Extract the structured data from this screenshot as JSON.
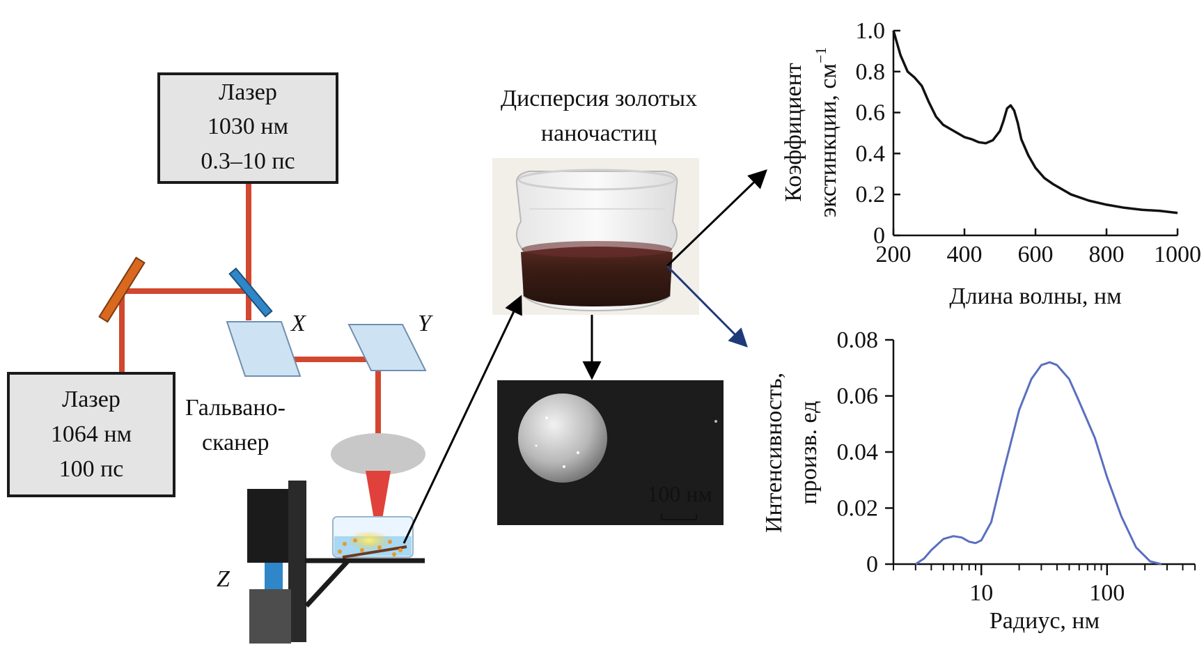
{
  "laser_top": {
    "line1": "Лазер",
    "line2": "1030 нм",
    "line3": "0.3–10 пс"
  },
  "laser_bottom": {
    "line1": "Лазер",
    "line2": "1064 нм",
    "line3": "100 пс"
  },
  "galvo_label": {
    "line1": "Гальвано-",
    "line2": "сканер"
  },
  "axis_labels": {
    "x": "X",
    "y": "Y",
    "z": "Z"
  },
  "dispersion_title": {
    "line1": "Дисперсия золотых",
    "line2": "наночастиц"
  },
  "sem_scale": "100 нм",
  "colors": {
    "beam": "#d2472f",
    "focused_beam": "#e0413a",
    "mirror_orange": "#d8691f",
    "mirror_blue": "#2f86c8",
    "galvo_glass": "#cde3f3",
    "liquid": "#3a1c14",
    "plot_line_top": "#111111",
    "plot_line_bottom": "#5a6fc0",
    "arrow_blue": "#1f3a78"
  },
  "chart_data": [
    {
      "type": "line",
      "xlabel": "Длина волны, нм",
      "ylabel_line1": "Коэффициент",
      "ylabel_line2": "экстинкции, см",
      "ylabel_sup": "−1",
      "xlim": [
        200,
        1000
      ],
      "ylim": [
        0,
        1.0
      ],
      "xticks": [
        "200",
        "400",
        "600",
        "800",
        "1000"
      ],
      "yticks": [
        "0",
        "0.2",
        "0.4",
        "0.6",
        "0.8",
        "1.0"
      ],
      "series": [
        {
          "x": [
            200,
            220,
            240,
            260,
            280,
            300,
            320,
            340,
            360,
            380,
            400,
            420,
            440,
            460,
            480,
            500,
            510,
            520,
            530,
            540,
            550,
            560,
            580,
            600,
            625,
            650,
            700,
            750,
            800,
            850,
            900,
            950,
            1000
          ],
          "values": [
            1.0,
            0.88,
            0.8,
            0.77,
            0.73,
            0.65,
            0.58,
            0.54,
            0.52,
            0.5,
            0.48,
            0.47,
            0.455,
            0.45,
            0.465,
            0.51,
            0.56,
            0.62,
            0.635,
            0.61,
            0.55,
            0.47,
            0.39,
            0.33,
            0.28,
            0.25,
            0.2,
            0.17,
            0.15,
            0.135,
            0.125,
            0.12,
            0.11
          ]
        }
      ]
    },
    {
      "type": "line",
      "xscale": "log",
      "xlabel": "Радиус, нм",
      "ylabel_line1": "Интенсивность,",
      "ylabel_line2": "произв. ед",
      "xlim": [
        2,
        500
      ],
      "ylim": [
        0,
        0.08
      ],
      "xticks": [
        "10",
        "100"
      ],
      "yticks": [
        "0",
        "0.02",
        "0.04",
        "0.06",
        "0.08"
      ],
      "series": [
        {
          "x": [
            3,
            3.5,
            4,
            5,
            6,
            7,
            8,
            9,
            10,
            12,
            15,
            20,
            25,
            30,
            35,
            40,
            50,
            60,
            80,
            100,
            130,
            170,
            220,
            270
          ],
          "values": [
            0.0,
            0.002,
            0.005,
            0.009,
            0.01,
            0.0095,
            0.008,
            0.0075,
            0.0085,
            0.015,
            0.033,
            0.055,
            0.066,
            0.071,
            0.072,
            0.071,
            0.066,
            0.058,
            0.045,
            0.031,
            0.017,
            0.006,
            0.001,
            0.0
          ]
        }
      ]
    }
  ]
}
